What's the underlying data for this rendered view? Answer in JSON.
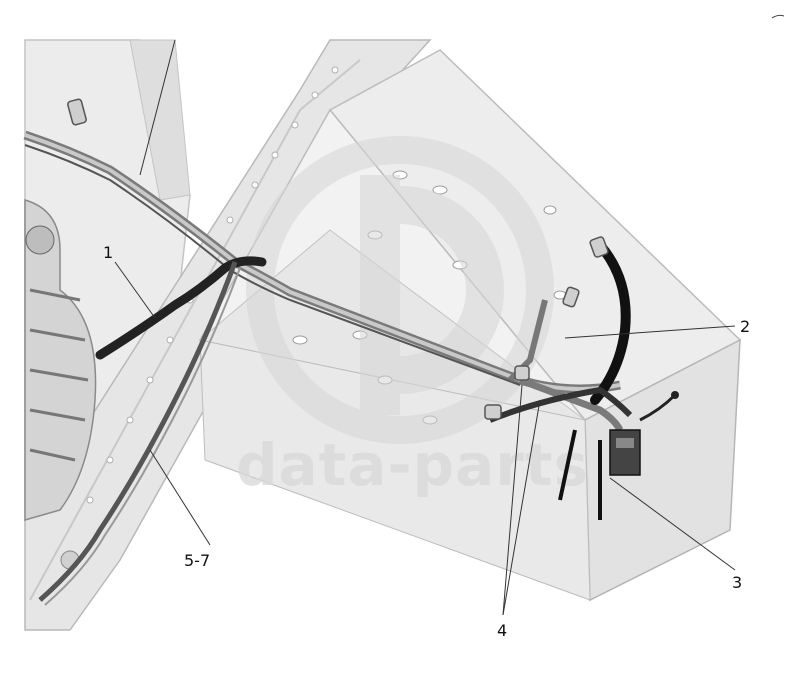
{
  "callouts": {
    "c1": "1",
    "c2": "2",
    "c3": "3",
    "c4": "4",
    "c57": "5-7"
  },
  "watermark": {
    "text": "data-parts"
  },
  "colors": {
    "background": "#ffffff",
    "frame": "#e4e4e4",
    "frame_edge": "#b9b9b9",
    "cable": "#222222",
    "pipe": "#7a7a7a",
    "watermark": "#d8d8d8"
  }
}
